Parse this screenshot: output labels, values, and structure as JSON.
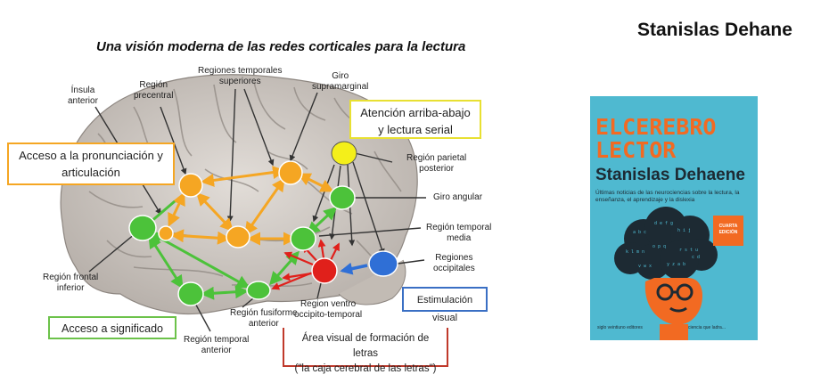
{
  "author_heading": "Stanislas Dehane",
  "diagram": {
    "title": "Una visión moderna de las redes corticales para la lectura",
    "labels": {
      "insula": [
        "Ínsula",
        "anterior"
      ],
      "precentral": [
        "Región",
        "precentral"
      ],
      "temporal_sup": [
        "Regiones temporales",
        "superiores"
      ],
      "supramarginal": [
        "Giro",
        "supramarginal"
      ],
      "parietal_post": [
        "Región parietal",
        "posterior"
      ],
      "angular": [
        "Giro angular"
      ],
      "temporal_media": [
        "Región temporal",
        "media"
      ],
      "occipitales": [
        "Regiones",
        "occipitales"
      ],
      "frontal_inf": [
        "Región frontal",
        "inferior"
      ],
      "fusiforme": [
        "Región fusiforme",
        "anterior"
      ],
      "ventro": [
        "Region ventro",
        "occipito-temporal"
      ],
      "temporal_ant": [
        "Región temporal",
        "anterior"
      ]
    },
    "boxes": {
      "pronunciacion": [
        "Acceso a la pronunciación y",
        "articulación"
      ],
      "atencion": [
        "Atención arriba-abajo",
        "y lectura serial"
      ],
      "significado": "Acceso a significado",
      "estimulacion": "Estimulación visual",
      "vwfa": [
        "Área visual  de formación de letras",
        "(\"la caja  cerebral de las letras\")"
      ]
    },
    "colors": {
      "orange": "#f5a623",
      "green": "#4cc23a",
      "yellow": "#f4ef1a",
      "red": "#e0201b",
      "blue": "#2f6fd6"
    }
  },
  "book": {
    "title_line1": "ELCEREBRO",
    "title_line2": "LECTOR",
    "author": "Stanislas Dehaene",
    "subtitle": "Últimas noticias de las neurociencias sobre la lectura, la enseñanza, el aprendizaje y la dislexia",
    "badge": [
      "CUARTA",
      "EDICIÓN"
    ],
    "publisher": "siglo veintiuno editores",
    "series": "ciencia que ladra..."
  }
}
